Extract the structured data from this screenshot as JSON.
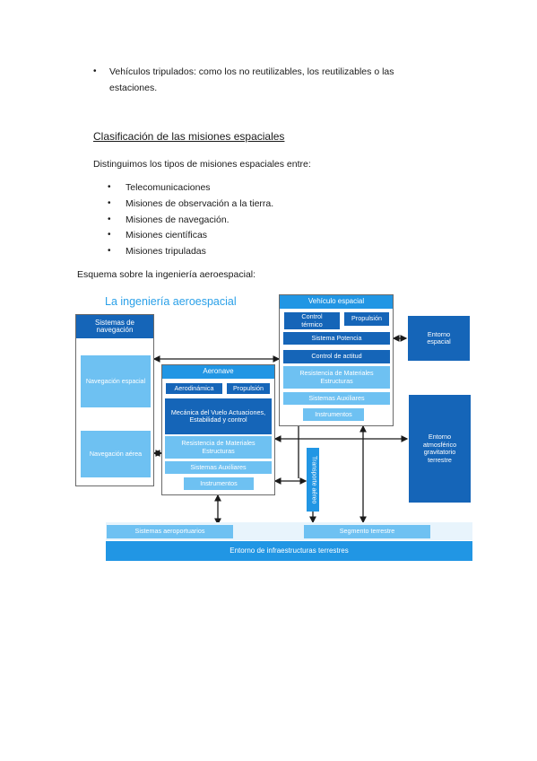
{
  "doc": {
    "bullet_glyph": "•",
    "intro_bullet_line1": "Vehículos tripulados: como los no reutilizables, los reutilizables o las",
    "intro_bullet_line2": "estaciones.",
    "section_title": "Clasificación de las misiones espaciales",
    "section_intro": "Distinguimos los tipos de misiones espaciales entre:",
    "mission_types": [
      "Telecomunicaciones",
      "Misiones de observación a la tierra.",
      "Misiones de navegación.",
      "Misiones científicas",
      "Misiones tripuladas"
    ],
    "scheme_caption": "Esquema sobre la ingeniería aeroespacial:"
  },
  "diagram": {
    "title": "La ingeniería aeroespacial",
    "nav_systems": {
      "title": "Sistemas de navegación",
      "space": "Navegación espacial",
      "air": "Navegación aérea"
    },
    "aircraft": {
      "title": "Aeronave",
      "aerodynamics": "Aerodinámica",
      "propulsion": "Propulsión",
      "flight_mechanics": "Mecánica del Vuelo Actuaciones, Estabilidad y control",
      "materials": "Resistencia de Materiales Estructuras",
      "aux": "Sistemas Auxiliares",
      "instruments": "Instrumentos"
    },
    "spacecraft": {
      "title": "Vehículo espacial",
      "thermal": "Control térmico",
      "propulsion": "Propulsión",
      "power": "Sistema Potencia",
      "attitude": "Control de actitud",
      "materials": "Resistencia de Materiales Estructuras",
      "aux": "Sistemas Auxiliares",
      "instruments": "Instrumentos"
    },
    "space_env": "Entorno espacial",
    "atmo_env": "Entorno atmosférico gravitatorio terrestre",
    "air_transport": "Transporte aéreo",
    "airport_systems": "Sistemas aeroportuarios",
    "ground_segment": "Segmento terrestre",
    "ground_infra": "Entorno de infraestructuras terrestres"
  }
}
